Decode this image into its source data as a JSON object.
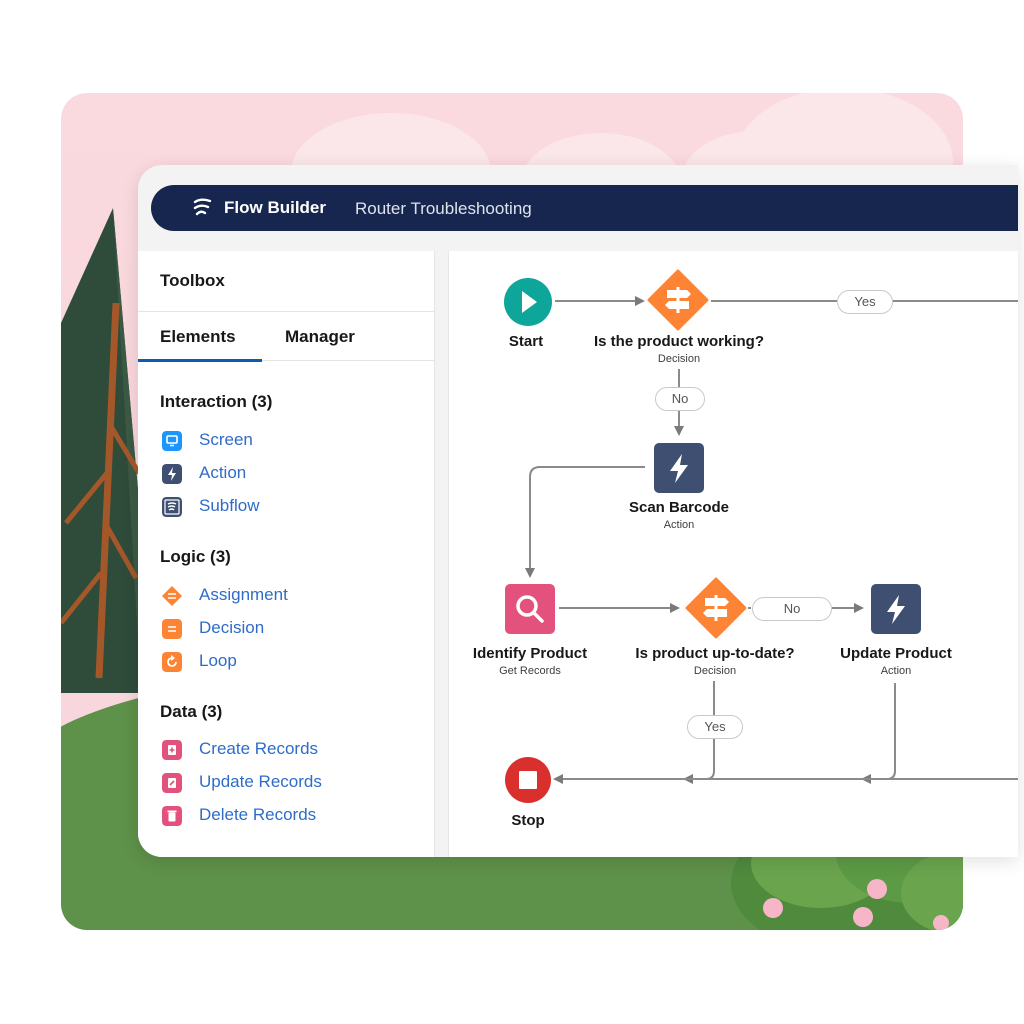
{
  "header": {
    "app_title": "Flow Builder",
    "record_name": "Router Troubleshooting",
    "icon": "flow-icon"
  },
  "toolbox": {
    "title": "Toolbox",
    "tabs": [
      {
        "label": "Elements",
        "active": true
      },
      {
        "label": "Manager",
        "active": false
      }
    ],
    "groups": [
      {
        "title": "Interaction (3)",
        "items": [
          {
            "label": "Screen",
            "icon": "screen-icon",
            "color": "#1b96ff"
          },
          {
            "label": "Action",
            "icon": "lightning-icon",
            "color": "#3e4f72"
          },
          {
            "label": "Subflow",
            "icon": "subflow-icon",
            "color": "#3e4f72"
          }
        ]
      },
      {
        "title": "Logic (3)",
        "items": [
          {
            "label": "Assignment",
            "icon": "assignment-icon",
            "color": "#fe8435"
          },
          {
            "label": "Decision",
            "icon": "decision-icon",
            "color": "#fe8435"
          },
          {
            "label": "Loop",
            "icon": "loop-icon",
            "color": "#fe8435"
          }
        ]
      },
      {
        "title": "Data (3)",
        "items": [
          {
            "label": "Create Records",
            "icon": "create-records-icon",
            "color": "#e3527c"
          },
          {
            "label": "Update Records",
            "icon": "update-records-icon",
            "color": "#e3527c"
          },
          {
            "label": "Delete Records",
            "icon": "delete-records-icon",
            "color": "#e3527c"
          }
        ]
      }
    ]
  },
  "canvas": {
    "nodes": {
      "start": {
        "label": "Start",
        "icon": "play-icon",
        "color": "#0ea59a"
      },
      "decision1": {
        "label": "Is the product working?",
        "type": "Decision",
        "icon": "signpost-icon",
        "color": "#fe8435"
      },
      "scan": {
        "label": "Scan Barcode",
        "type": "Action",
        "icon": "lightning-icon",
        "color": "#3e4f72"
      },
      "identify": {
        "label": "Identify Product",
        "type": "Get Records",
        "icon": "search-icon",
        "color": "#e3527c"
      },
      "decision2": {
        "label": "Is product up-to-date?",
        "type": "Decision",
        "icon": "signpost-icon",
        "color": "#fe8435"
      },
      "update": {
        "label": "Update Product",
        "type": "Action",
        "icon": "lightning-icon",
        "color": "#3e4f72"
      },
      "stop": {
        "label": "Stop",
        "icon": "stop-icon",
        "color": "#d9302e"
      }
    },
    "connectors": {
      "d1_yes": "Yes",
      "d1_no": "No",
      "d2_no": "No",
      "d2_yes": "Yes"
    }
  }
}
